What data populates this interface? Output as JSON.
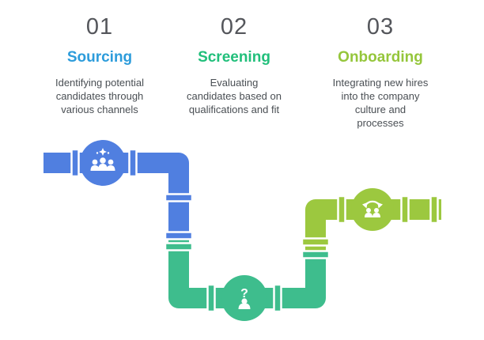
{
  "steps": [
    {
      "number": "01",
      "label": "Sourcing",
      "description": "Identifying potential candidates through various channels",
      "accent_color": "#2D9CDB",
      "pipe_color": "#507FE0",
      "icon": "candidates-team-icon"
    },
    {
      "number": "02",
      "label": "Screening",
      "description": "Evaluating candidates based on qualifications and fit",
      "accent_color": "#21BF7B",
      "pipe_color": "#3EBD8D",
      "icon": "question-candidate-icon"
    },
    {
      "number": "03",
      "label": "Onboarding",
      "description": "Integrating new hires into the company culture and processes",
      "accent_color": "#95C63B",
      "pipe_color": "#9CC83F",
      "icon": "people-integration-icon"
    }
  ],
  "icons": {
    "question_mark": "?"
  },
  "colors": {
    "number_gray": "#54565B",
    "body_text": "#4A4F54",
    "background": "#FFFFFF",
    "icon_stroke": "#FFFFFF"
  }
}
